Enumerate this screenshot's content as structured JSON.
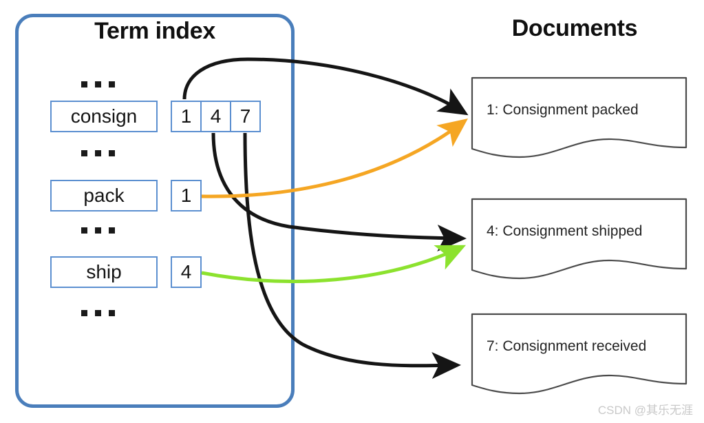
{
  "diagram": {
    "title_left": "Term index",
    "title_right": "Documents",
    "ellipsis_glyph": "...",
    "watermark": "CSDN @其乐无涯"
  },
  "colors": {
    "panel_border": "#4a7ebb",
    "cell_border": "#5b8fd0",
    "arrow_black": "#151515",
    "arrow_orange": "#F5A623",
    "arrow_green": "#8CE22E",
    "doc_border": "#4a4a4a",
    "watermark": "#c9c9c9"
  },
  "term_index": {
    "rows": [
      {
        "term": "consign",
        "postings": [
          "1",
          "4",
          "7"
        ]
      },
      {
        "term": "pack",
        "postings": [
          "1"
        ]
      },
      {
        "term": "ship",
        "postings": [
          "4"
        ]
      }
    ],
    "separators": [
      "...",
      "...",
      "...",
      "..."
    ]
  },
  "documents": [
    {
      "id": "1",
      "label": "1: Consignment packed"
    },
    {
      "id": "4",
      "label": "4: Consignment shipped"
    },
    {
      "id": "7",
      "label": "7: Consignment received"
    }
  ],
  "edges": [
    {
      "from": "consign.1",
      "to": "doc-1",
      "color": "#151515"
    },
    {
      "from": "consign.4",
      "to": "doc-4",
      "color": "#151515"
    },
    {
      "from": "consign.7",
      "to": "doc-7",
      "color": "#151515"
    },
    {
      "from": "pack.1",
      "to": "doc-1",
      "color": "#F5A623"
    },
    {
      "from": "ship.4",
      "to": "doc-4",
      "color": "#8CE22E"
    }
  ]
}
